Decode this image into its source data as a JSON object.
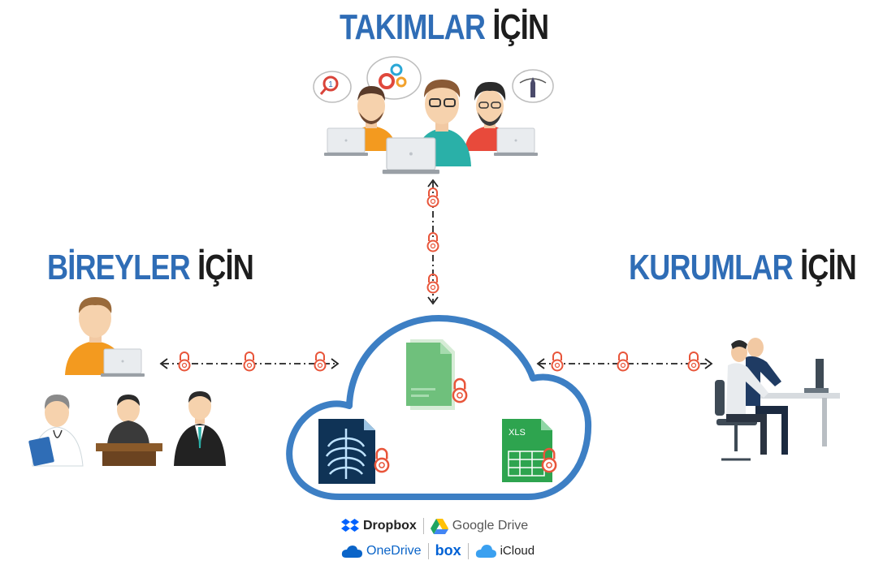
{
  "headings": {
    "teams": {
      "accent": "TAKIMLAR",
      "dark": "İÇİN"
    },
    "individuals": {
      "accent": "BİREYLER",
      "dark": "İÇİN"
    },
    "corporations": {
      "accent": "KURUMLAR",
      "dark": "İÇİN"
    }
  },
  "file_badges": {
    "spreadsheet": "XLS"
  },
  "storage_providers": [
    {
      "name": "Dropbox",
      "icon": "dropbox-icon",
      "color": "#0061fe"
    },
    {
      "name": "Google Drive",
      "icon": "google-drive-icon",
      "color": "#1fa463"
    },
    {
      "name": "OneDrive",
      "icon": "onedrive-icon",
      "color": "#0a64c8"
    },
    {
      "name": "box",
      "icon": "box-icon",
      "color": "#0061d5"
    },
    {
      "name": "iCloud",
      "icon": "icloud-icon",
      "color": "#3aa0f0"
    }
  ],
  "colors": {
    "accent_blue": "#2f6db6",
    "lock_orange": "#e8553a",
    "cloud_border": "#3d7fc4",
    "text_dark": "#1d1d1d"
  }
}
